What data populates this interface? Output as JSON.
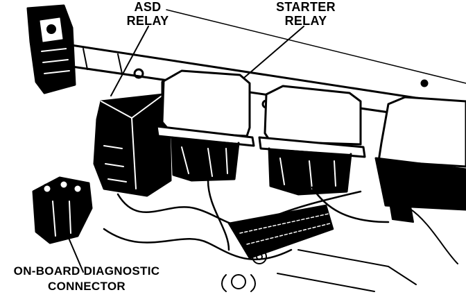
{
  "labels": {
    "asd_relay": {
      "line1": "ASD",
      "line2": "RELAY"
    },
    "starter_relay": {
      "line1": "STARTER",
      "line2": "RELAY"
    },
    "obd_connector": {
      "line1": "ON-BOARD DIAGNOSTIC",
      "line2": "CONNECTOR"
    }
  },
  "colors": {
    "ink": "#000000",
    "paper": "#ffffff"
  }
}
